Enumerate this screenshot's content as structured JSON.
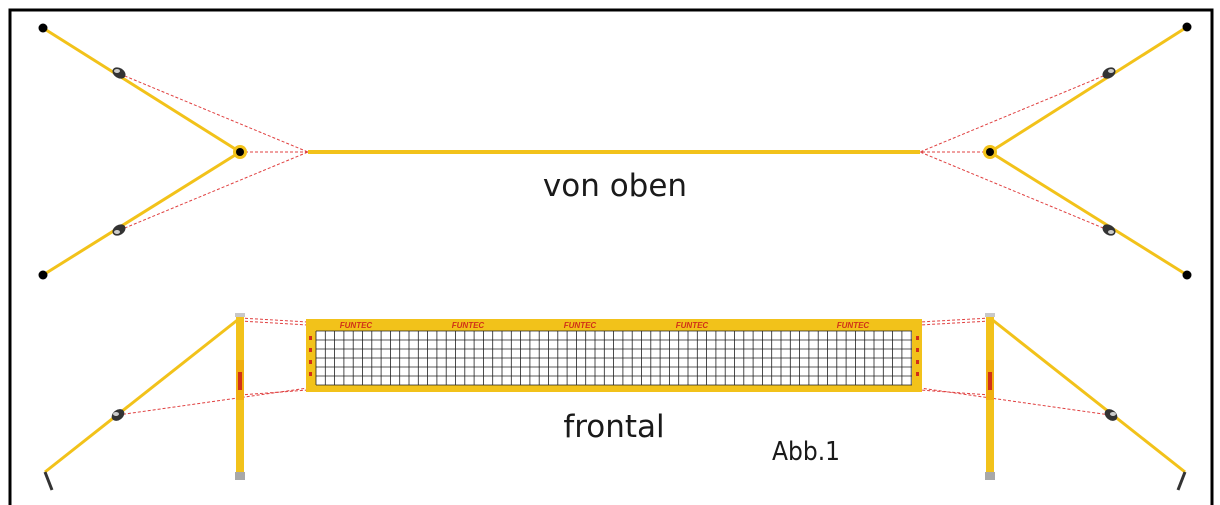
{
  "labels": {
    "top_view": "von oben",
    "front_view": "frontal",
    "figure": "Abb.1"
  },
  "net_brand": "FUNTEC",
  "colors": {
    "pole": "#f2c21a",
    "guy_line": "#f2c21a",
    "tension_line": "#e04040",
    "net_mesh": "#202020",
    "border": "#000000"
  }
}
